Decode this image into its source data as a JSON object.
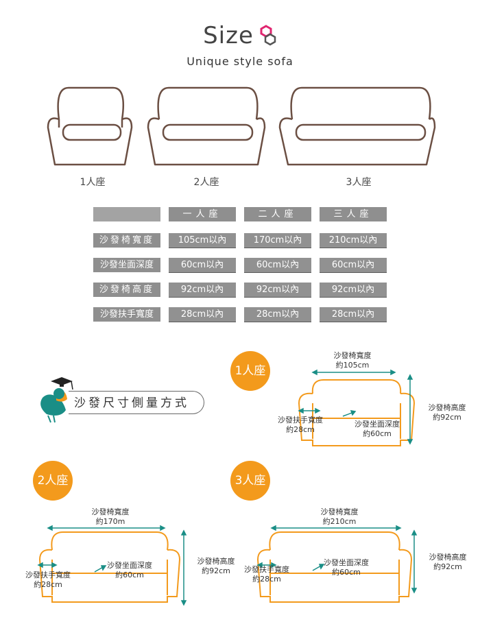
{
  "header": {
    "title": "Size",
    "subtitle": "Unique style sofa"
  },
  "colors": {
    "accent": "#f39a1c",
    "hex_pink": "#e0246f",
    "outline": "#6b4f43",
    "teal": "#1a8e86"
  },
  "sofas": [
    {
      "label": "1人座"
    },
    {
      "label": "2人座"
    },
    {
      "label": "3人座"
    }
  ],
  "table": {
    "headers": [
      "一人座",
      "二人座",
      "三人座"
    ],
    "rows": [
      {
        "label": "沙發椅寬度",
        "values": [
          "105cm以內",
          "170cm以內",
          "210cm以內"
        ]
      },
      {
        "label": "沙發坐面深度",
        "values": [
          "60cm以內",
          "60cm以內",
          "60cm以內"
        ]
      },
      {
        "label": "沙發椅高度",
        "values": [
          "92cm以內",
          "92cm以內",
          "92cm以內"
        ]
      },
      {
        "label": "沙發扶手寬度",
        "values": [
          "28cm以內",
          "28cm以內",
          "28cm以內"
        ]
      }
    ]
  },
  "method": {
    "title": "沙發尺寸側量方式"
  },
  "diagrams": [
    {
      "badge": "1人座",
      "width": "沙發椅寬度",
      "width_val": "約105cm",
      "height": "沙發椅高度",
      "height_val": "約92cm",
      "arm": "沙發扶手寬度",
      "arm_val": "約28cm",
      "depth": "沙發坐面深度",
      "depth_val": "約60cm"
    },
    {
      "badge": "2人座",
      "width": "沙發椅寬度",
      "width_val": "約170m",
      "height": "沙發椅高度",
      "height_val": "約92cm",
      "arm": "沙發扶手寬度",
      "arm_val": "約28cm",
      "depth": "沙發坐面深度",
      "depth_val": "約60cm"
    },
    {
      "badge": "3人座",
      "width": "沙發椅寬度",
      "width_val": "約210cm",
      "height": "沙發椅高度",
      "height_val": "約92cm",
      "arm": "沙發扶手寬度",
      "arm_val": "約28cm",
      "depth": "沙發坐面深度",
      "depth_val": "約60cm"
    }
  ]
}
